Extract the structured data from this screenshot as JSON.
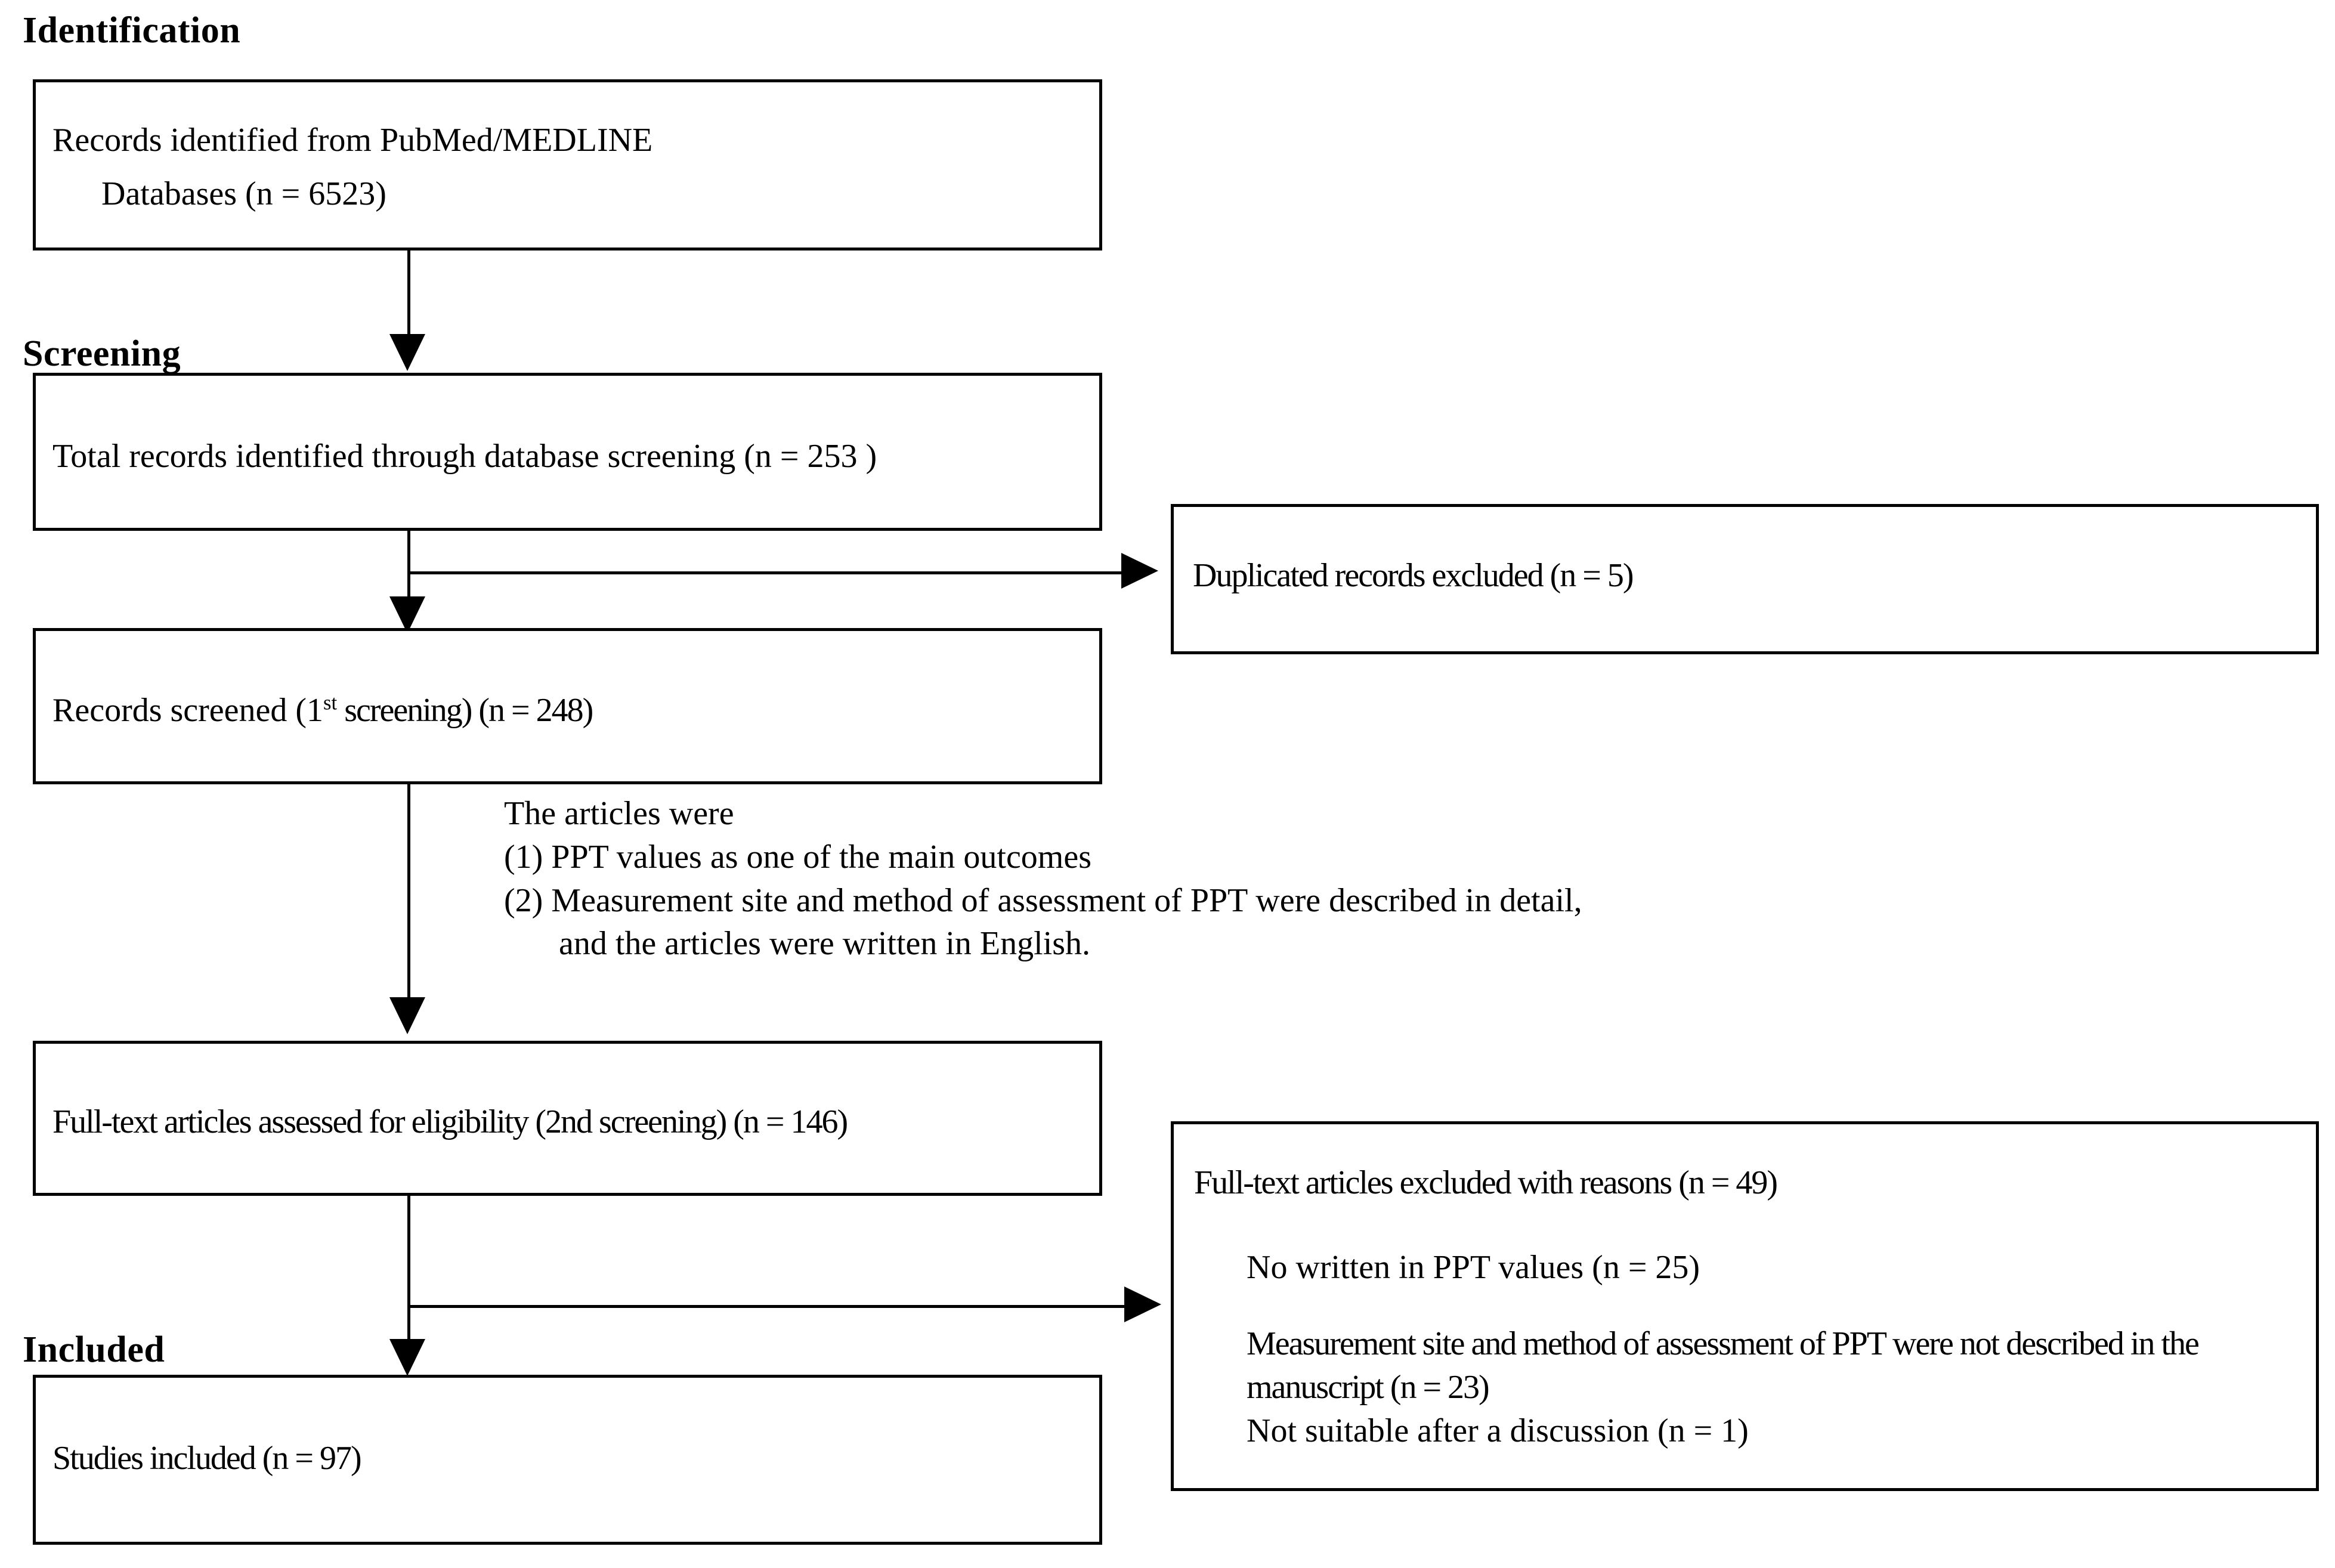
{
  "diagram": {
    "title": "PRISMA study selection flow",
    "accent_color": "#000000",
    "background_color": "#ffffff"
  },
  "stages": [
    {
      "id": "identification",
      "label": "Identification"
    },
    {
      "id": "screening",
      "label": "Screening"
    },
    {
      "id": "included",
      "label": "Included"
    }
  ],
  "boxes": {
    "identified": {
      "line1": "Records identified from PubMed/MEDLINE",
      "line2": "Databases (n = 6523)",
      "count": 6523
    },
    "total_records": {
      "text": "Total records identified through database screening (n = 253 )",
      "count": 253
    },
    "duplicates_excluded": {
      "text": "Duplicated records excluded (n = 5)",
      "count": 5
    },
    "records_screened": {
      "prefix": "Records screened (1",
      "sup": "st",
      "suffix": " screening) (n = 248)",
      "count": 248
    },
    "fulltext_assessed": {
      "text": "Full-text articles assessed for eligibility (2nd screening) (n = 146)",
      "count": 146
    },
    "fulltext_excluded": {
      "heading": "Full-text articles excluded with reasons (n = 49)",
      "count": 49,
      "reasons": [
        {
          "text": "No written in PPT values (n = 25)",
          "count": 25
        },
        {
          "text": "Measurement site and method of assessment of PPT were not described in the manuscript (n = 23)",
          "count": 23
        },
        {
          "text": "Not suitable after a discussion (n = 1)",
          "count": 1
        }
      ]
    },
    "studies_included": {
      "text": "Studies included (n = 97)",
      "count": 97
    }
  },
  "criteria": {
    "intro": "The articles were",
    "items": [
      "(1)  PPT values as one of the main outcomes",
      "(2) Measurement site and method of assessment of PPT were described in detail,",
      "and the articles were written in English."
    ]
  }
}
